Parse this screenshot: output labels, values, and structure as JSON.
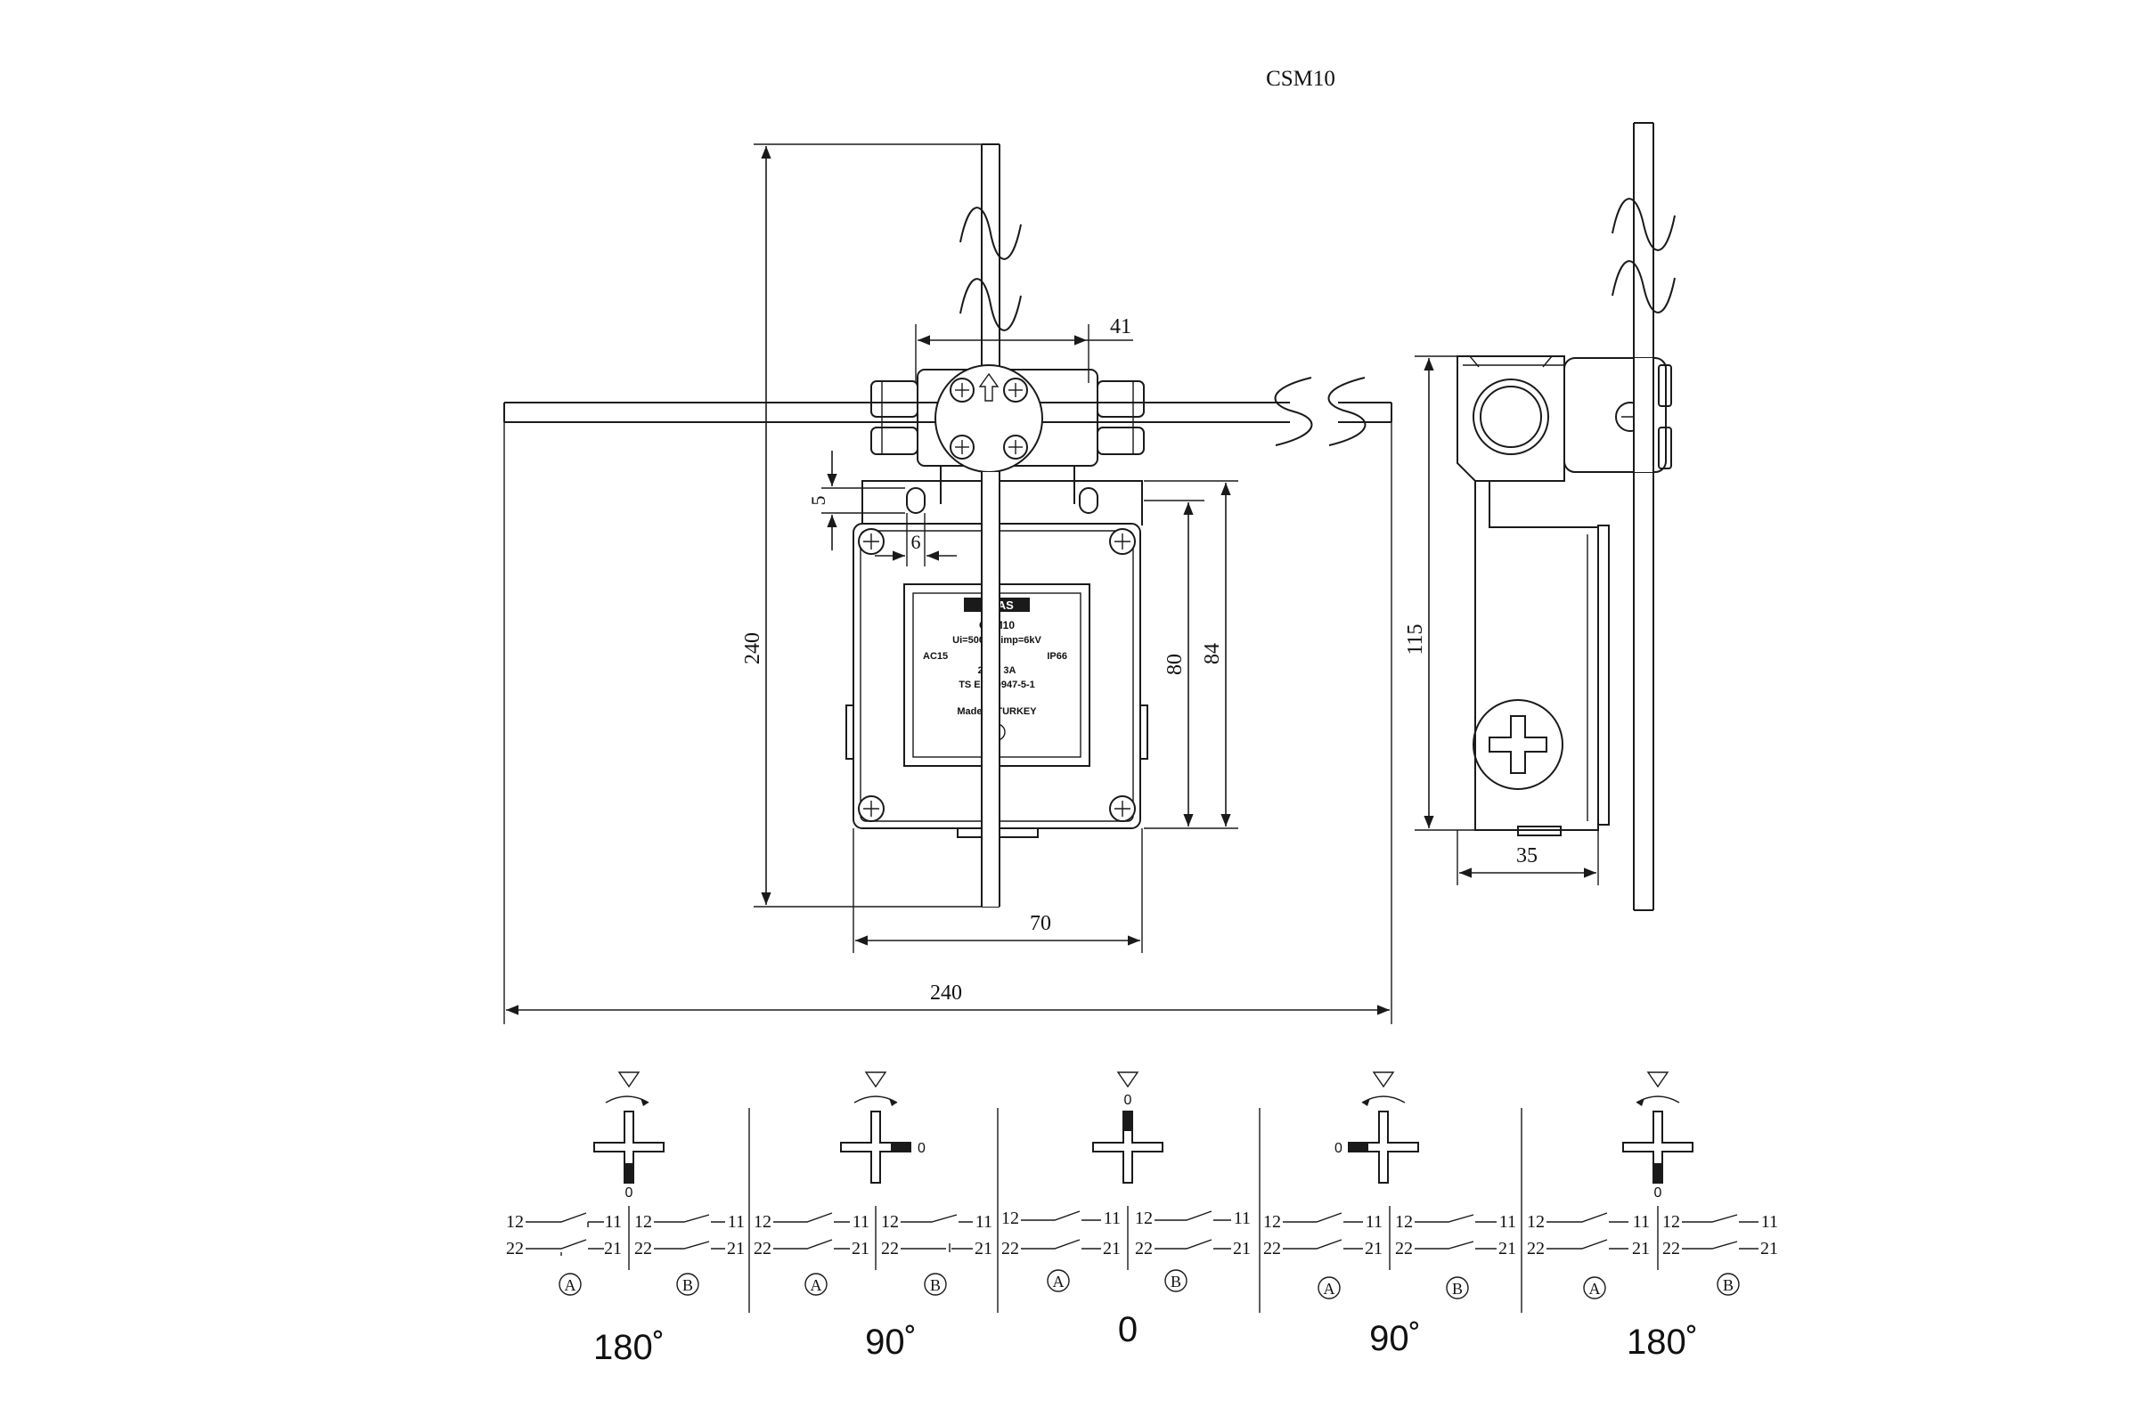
{
  "title": "CSM10",
  "front_view": {
    "dimensions": {
      "total_height": "240",
      "total_width": "240",
      "hole_spacing": "41",
      "slot_height": "5",
      "slot_width": "6",
      "body_height_inner": "80",
      "body_height_outer": "84",
      "body_width": "70"
    },
    "label_plate": {
      "brand": "EMAS",
      "model": "CSM10",
      "ratings_line": "Ui=500V  Uimp=6kV",
      "ac_line": "AC15",
      "ip_rating": "IP66",
      "current_line": "240V 3A",
      "standard": "TS EN 60947-5-1",
      "origin": "Made in TURKEY"
    }
  },
  "side_view": {
    "dimensions": {
      "height": "115",
      "depth": "35"
    }
  },
  "positions": [
    {
      "angle": "180˚",
      "zero_mark": "0",
      "left_contact": "A",
      "right_contact": "B",
      "terms": [
        "12",
        "11",
        "22",
        "21"
      ]
    },
    {
      "angle": "90˚",
      "zero_mark": "0",
      "left_contact": "A",
      "right_contact": "B",
      "terms": [
        "12",
        "11",
        "22",
        "21"
      ]
    },
    {
      "angle": "0",
      "zero_mark": "0",
      "left_contact": "A",
      "right_contact": "B",
      "terms": [
        "12",
        "11",
        "22",
        "21"
      ]
    },
    {
      "angle": "90˚",
      "zero_mark": "0",
      "left_contact": "A",
      "right_contact": "B",
      "terms": [
        "12",
        "11",
        "22",
        "21"
      ]
    },
    {
      "angle": "180˚",
      "zero_mark": "0",
      "left_contact": "A",
      "right_contact": "B",
      "terms": [
        "12",
        "11",
        "22",
        "21"
      ]
    }
  ]
}
